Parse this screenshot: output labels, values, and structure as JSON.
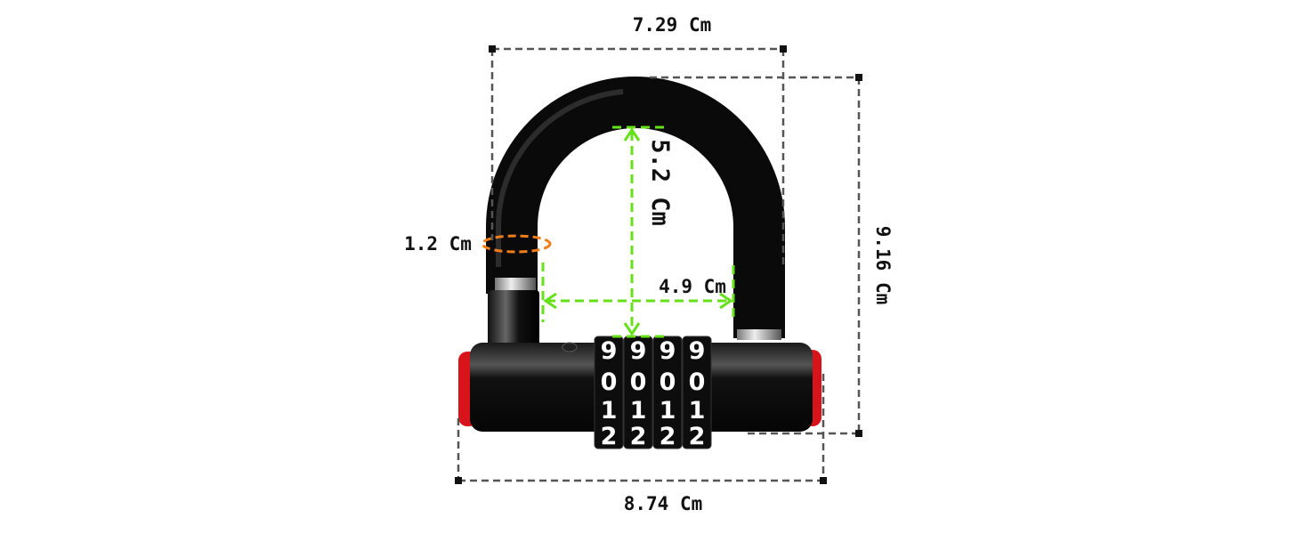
{
  "dimensions": {
    "shackle_outer_width": "7.29 Cm",
    "total_height": "9.16 Cm",
    "body_length": "8.74 Cm",
    "inner_height": "5.2 Cm",
    "inner_width": "4.9 Cm",
    "shackle_diameter": "1.2 Cm"
  },
  "dials": {
    "rows": [
      [
        "9",
        "9",
        "9",
        "9"
      ],
      [
        "0",
        "0",
        "0",
        "0"
      ],
      [
        "1",
        "1",
        "1",
        "1"
      ],
      [
        "2",
        "2",
        "2",
        "2"
      ]
    ]
  },
  "colors": {
    "dimension_line": "#555555",
    "inner_measure": "#66e01a",
    "diameter_measure": "#f07d1a",
    "lock_body": "#0c0c0c",
    "end_cap": "#d8141a"
  }
}
